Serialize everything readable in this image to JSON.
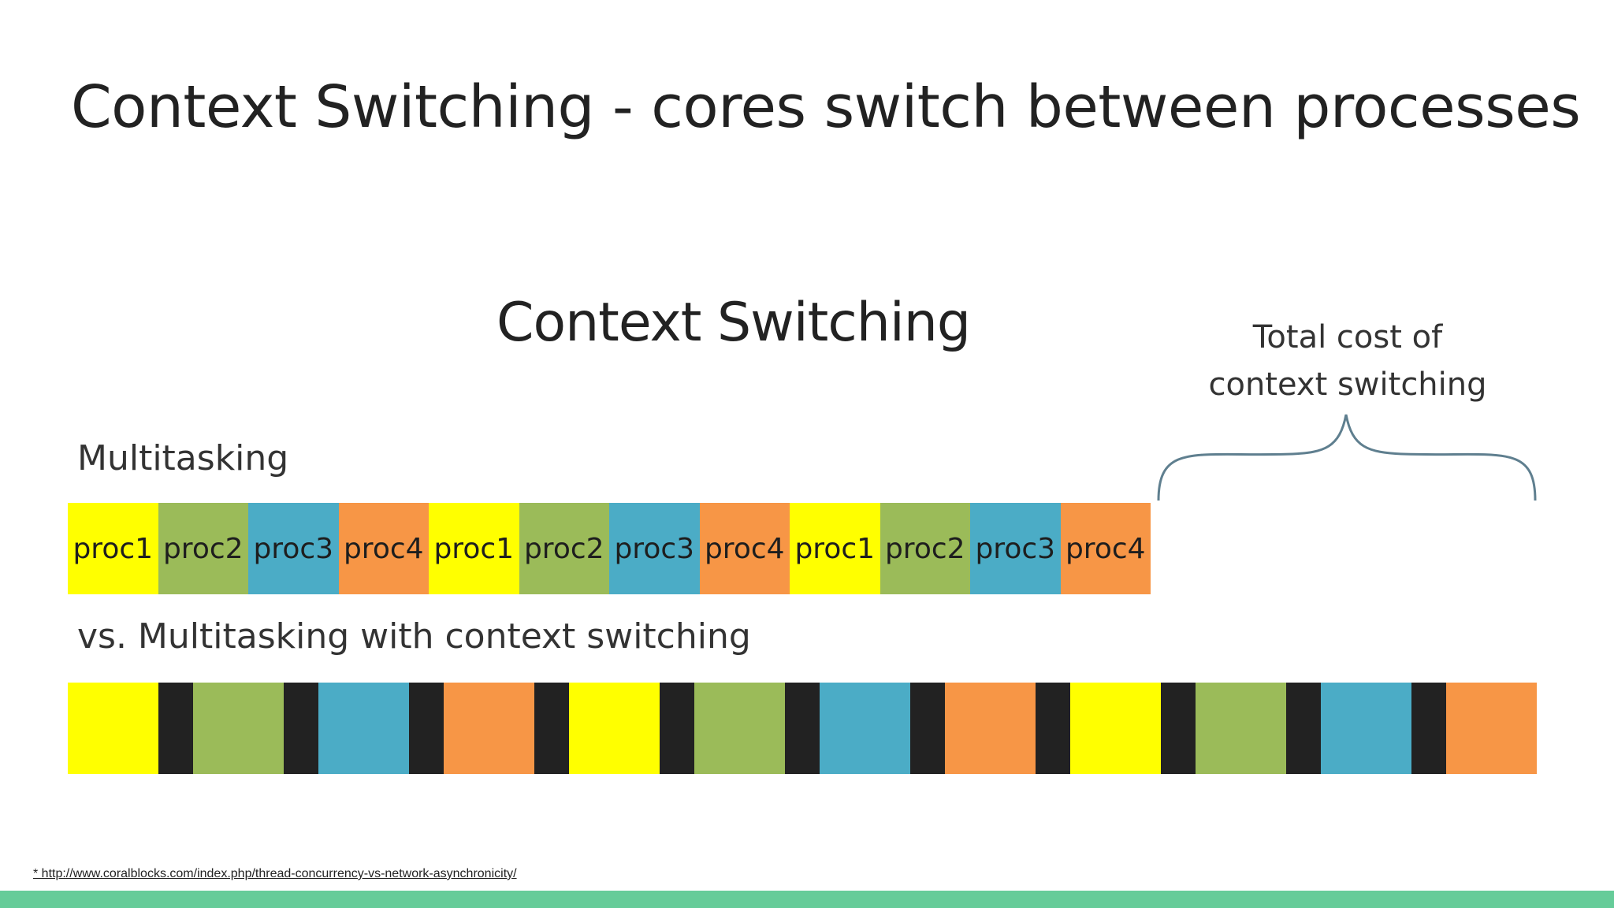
{
  "slide": {
    "title": "Context Switching - cores switch between processes",
    "footnote": "* http://www.coralblocks.com/index.php/thread-concurrency-vs-network-asynchronicity/",
    "bar_color": "#66cc99"
  },
  "diagram": {
    "title": "Context Switching",
    "cost_label_line1": "Total cost of",
    "cost_label_line2": "context switching",
    "multitasking_label": "Multitasking",
    "context_switching_label": "vs. Multitasking with context switching",
    "colors": {
      "proc1": "#ffff00",
      "proc2": "#9bbb59",
      "proc3": "#4bacc6",
      "proc4": "#f79646",
      "switch": "#222222"
    },
    "row1": [
      {
        "label": "proc1"
      },
      {
        "label": "proc2"
      },
      {
        "label": "proc3"
      },
      {
        "label": "proc4"
      },
      {
        "label": "proc1"
      },
      {
        "label": "proc2"
      },
      {
        "label": "proc3"
      },
      {
        "label": "proc4"
      },
      {
        "label": "proc1"
      },
      {
        "label": "proc2"
      },
      {
        "label": "proc3"
      },
      {
        "label": "proc4"
      }
    ]
  }
}
